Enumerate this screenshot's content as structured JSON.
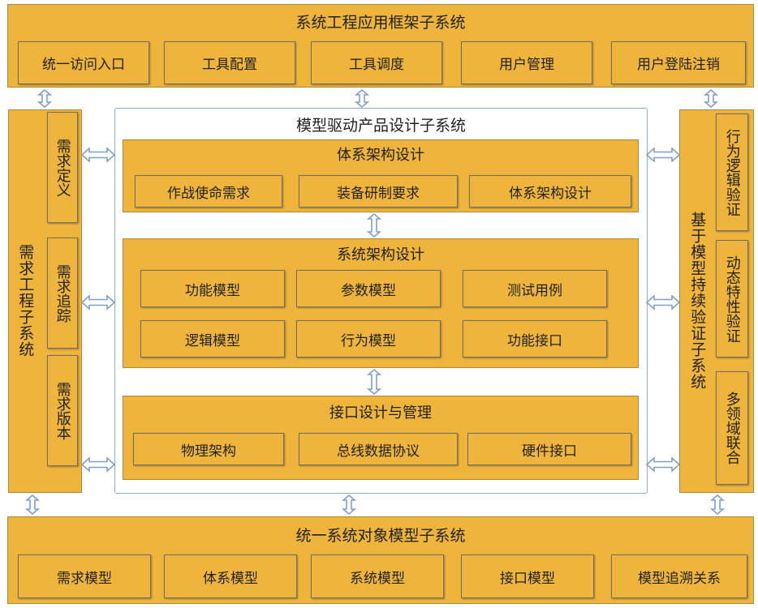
{
  "top": {
    "title": "系统工程应用框架子系统",
    "items": [
      "统一访问入口",
      "工具配置",
      "工具调度",
      "用户管理",
      "用户登陆注销"
    ]
  },
  "left": {
    "title": "需求工程子系统",
    "items": [
      "需求定义",
      "需求追踪",
      "需求版本"
    ]
  },
  "right": {
    "title": "基于模型持续验证子系统",
    "items": [
      "行为逻辑验证",
      "动态特性验证",
      "多领域联合"
    ]
  },
  "center": {
    "title": "模型驱动产品设计子系统",
    "arch": {
      "title": "体系架构设计",
      "items": [
        "作战使命需求",
        "装备研制要求",
        "体系架构设计"
      ]
    },
    "sys": {
      "title": "系统架构设计",
      "items": [
        "功能模型",
        "参数模型",
        "测试用例",
        "逻辑模型",
        "行为模型",
        "功能接口"
      ]
    },
    "iface": {
      "title": "接口设计与管理",
      "items": [
        "物理架构",
        "总线数据协议",
        "硬件接口"
      ]
    }
  },
  "bottom": {
    "title": "统一系统对象模型子系统",
    "items": [
      "需求模型",
      "体系模型",
      "系统模型",
      "接口模型",
      "模型追溯关系"
    ]
  },
  "colors": {
    "fill": "#EEB43C",
    "border": "#6E6E6E",
    "panel_border": "#8DA9D6",
    "arrow": "#7FA0CC"
  }
}
